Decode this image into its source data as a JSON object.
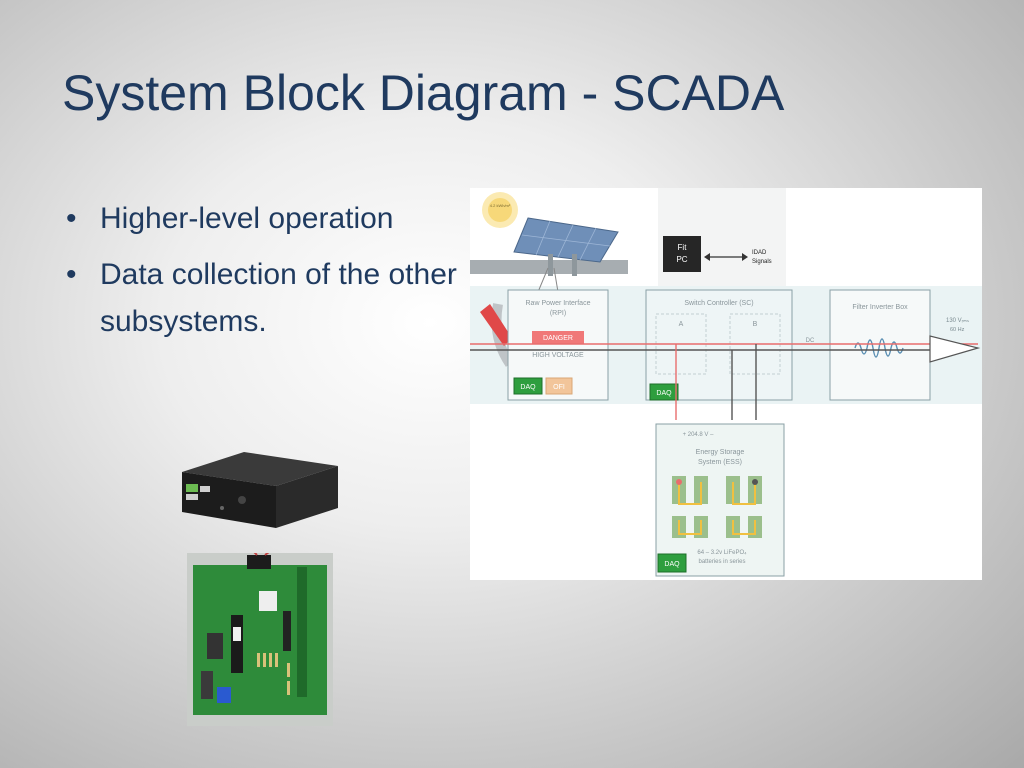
{
  "slide": {
    "title": "System Block Diagram - SCADA",
    "bullets": [
      {
        "symbol": "•",
        "text": "Higher-level operation"
      },
      {
        "symbol": "•",
        "text": "Data collection of the other subsystems."
      }
    ]
  },
  "diagram": {
    "sun_label": "4.2 kWh/m²",
    "pc": {
      "line1": "Fit",
      "line2": "PC"
    },
    "idad": {
      "line1": "IDAD",
      "line2": "Signals"
    },
    "rpi": {
      "title1": "Raw Power Interface",
      "title2": "(RPI)",
      "danger": "DANGER",
      "high_voltage": "HIGH VOLTAGE",
      "daq": "DAQ",
      "ofi": "OFI"
    },
    "sc": {
      "title": "Switch Controller (SC)",
      "a": "A",
      "b": "B",
      "dc": "DC",
      "daq": "DAQ"
    },
    "fib": {
      "title": "Filter Inverter Box",
      "out1": "130 Vᵣₘₛ",
      "out2": "60 Hz"
    },
    "ess": {
      "voltage": "+  204.8 V  –",
      "title1": "Energy Storage",
      "title2": "System (ESS)",
      "note1": "64 – 3.2v LiFePO₄",
      "note2": "batteries in series",
      "daq": "DAQ"
    }
  },
  "colors": {
    "title": "#1f3a5f",
    "daq_fill": "#2e9e3e",
    "ofi_fill": "#f2c59a",
    "danger_fill": "#f07878",
    "wire_red": "#e86d6d",
    "wire_gray": "#555555"
  },
  "icons": {
    "bullet": "bullet-dot",
    "solar_panel": "solar-panel-icon",
    "sun": "sun-icon",
    "breaker": "breaker-handle-icon"
  }
}
